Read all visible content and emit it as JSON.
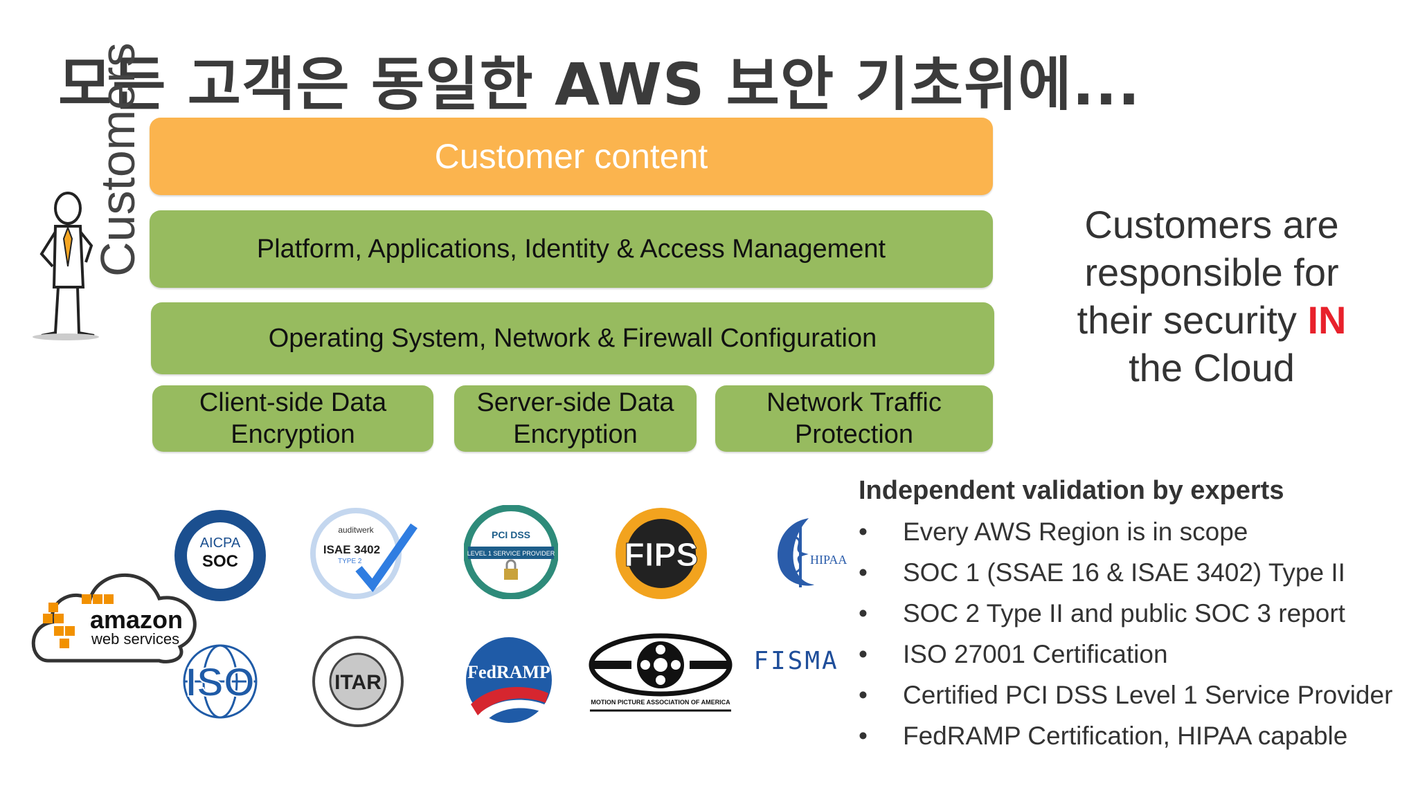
{
  "title": "모든 고객은 동일한 AWS 보안 기초위에...",
  "customers_label": "Customers",
  "layers": {
    "customer_content": "Customer content",
    "platform": "Platform, Applications, Identity & Access Management",
    "os": "Operating System, Network & Firewall Configuration",
    "client_encryption": "Client-side Data Encryption",
    "server_encryption": "Server-side Data Encryption",
    "network_protection": "Network Traffic Protection"
  },
  "responsibility": {
    "line1": "Customers are",
    "line2": "responsible for",
    "line3_prefix": "their security",
    "line3_highlight": "IN",
    "line4": "the Cloud"
  },
  "validation": {
    "heading": "Independent validation by experts",
    "bullet_char": "•",
    "items": [
      "Every AWS Region is in scope",
      "SOC 1 (SSAE 16 & ISAE 3402) Type II",
      "SOC 2 Type II and public SOC 3 report",
      "ISO 27001 Certification",
      "Certified PCI DSS Level 1 Service Provider",
      "FedRAMP Certification, HIPAA capable"
    ]
  },
  "logos": {
    "aws": {
      "line1": "amazon",
      "line2": "web services"
    },
    "aicpa": {
      "top": "AICPA",
      "mid": "SOC"
    },
    "isae": {
      "top": "auditwerk",
      "mid": "ISAE 3402",
      "sub": "TYPE 2"
    },
    "pci": {
      "top": "PCI DSS",
      "band": "LEVEL 1 SERVICE PROVIDER"
    },
    "fips": {
      "text": "FIPS"
    },
    "hipaa": {
      "text": "HIPAA"
    },
    "iso": {
      "text": "ISO"
    },
    "itar": {
      "text": "ITAR"
    },
    "fedramp": {
      "text": "FedRAMP"
    },
    "mpaa": {
      "text": "MOTION PICTURE ASSOCIATION OF AMERICA"
    },
    "fisma": {
      "text": "FISMA"
    }
  },
  "colors": {
    "orange": "#fbb44e",
    "green": "#97bb5f",
    "highlight": "#e8212b"
  }
}
